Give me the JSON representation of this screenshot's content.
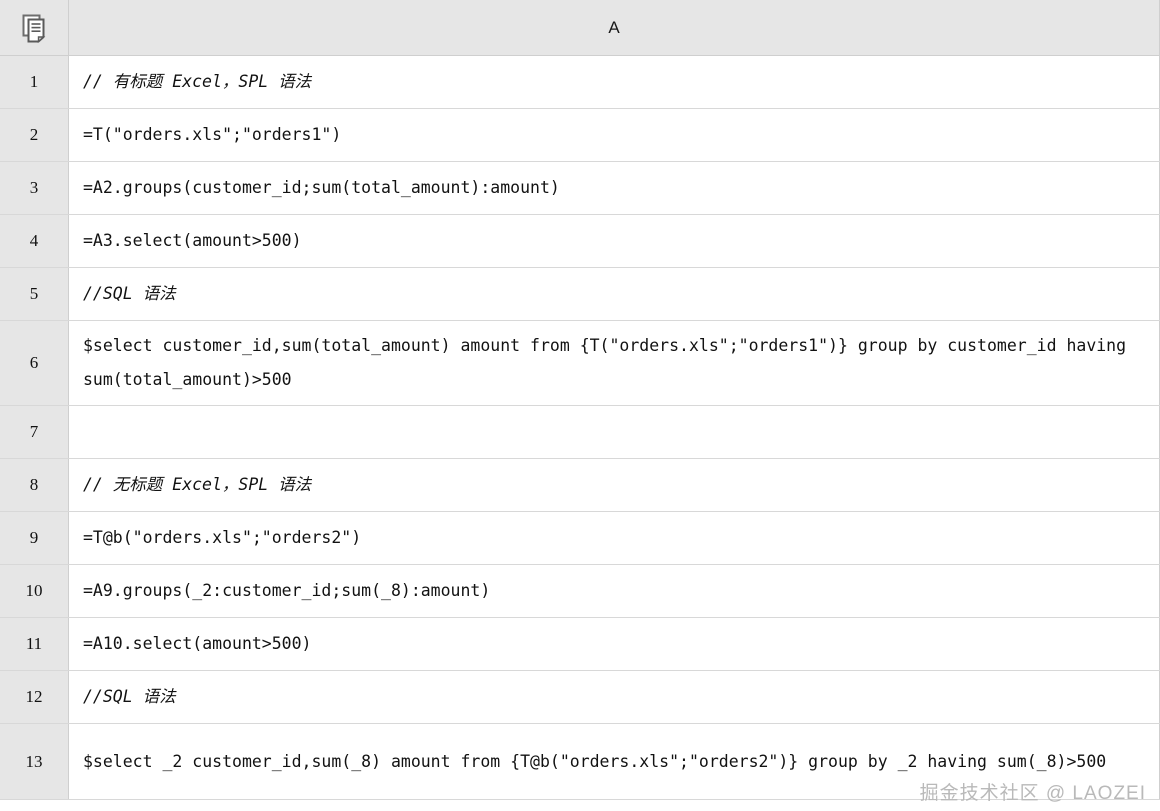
{
  "header": {
    "corner_icon": "copy-pages-icon",
    "column_label": "A"
  },
  "watermark": {
    "text": "掘金技术社区 @ LAOZEI"
  },
  "colors": {
    "header_bg": "#e6e6e6",
    "gutter_bg": "#e6e6e6",
    "cell_bg": "#ffffff",
    "grid_line": "#d8d8d8",
    "text": "#121212",
    "watermark": "#b9b9b9"
  },
  "grid": {
    "rows": [
      {
        "num": "1",
        "code": "// 有标题 Excel，SPL 语法",
        "style": "comment",
        "tall": false
      },
      {
        "num": "2",
        "code": "=T(\"orders.xls\";\"orders1\")",
        "style": "code",
        "tall": false
      },
      {
        "num": "3",
        "code": "=A2.groups(customer_id;sum(total_amount):amount)",
        "style": "code",
        "tall": false
      },
      {
        "num": "4",
        "code": "=A3.select(amount>500)",
        "style": "code",
        "tall": false
      },
      {
        "num": "5",
        "code": "//SQL 语法",
        "style": "comment",
        "tall": false
      },
      {
        "num": "6",
        "code": "$select customer_id,sum(total_amount) amount from {T(\"orders.xls\";\"orders1\")} group by customer_id having sum(total_amount)>500",
        "style": "code",
        "tall": true
      },
      {
        "num": "7",
        "code": "",
        "style": "empty",
        "tall": false
      },
      {
        "num": "8",
        "code": "// 无标题 Excel，SPL 语法",
        "style": "comment",
        "tall": false
      },
      {
        "num": "9",
        "code": "=T@b(\"orders.xls\";\"orders2\")",
        "style": "code",
        "tall": false
      },
      {
        "num": "10",
        "code": "=A9.groups(_2:customer_id;sum(_8):amount)",
        "style": "code",
        "tall": false
      },
      {
        "num": "11",
        "code": "=A10.select(amount>500)",
        "style": "code",
        "tall": false
      },
      {
        "num": "12",
        "code": "//SQL 语法",
        "style": "comment",
        "tall": false
      },
      {
        "num": "13",
        "code": "$select _2 customer_id,sum(_8) amount from {T@b(\"orders.xls\";\"orders2\")} group by _2 having sum(_8)>500",
        "style": "code",
        "tall": true
      }
    ]
  }
}
